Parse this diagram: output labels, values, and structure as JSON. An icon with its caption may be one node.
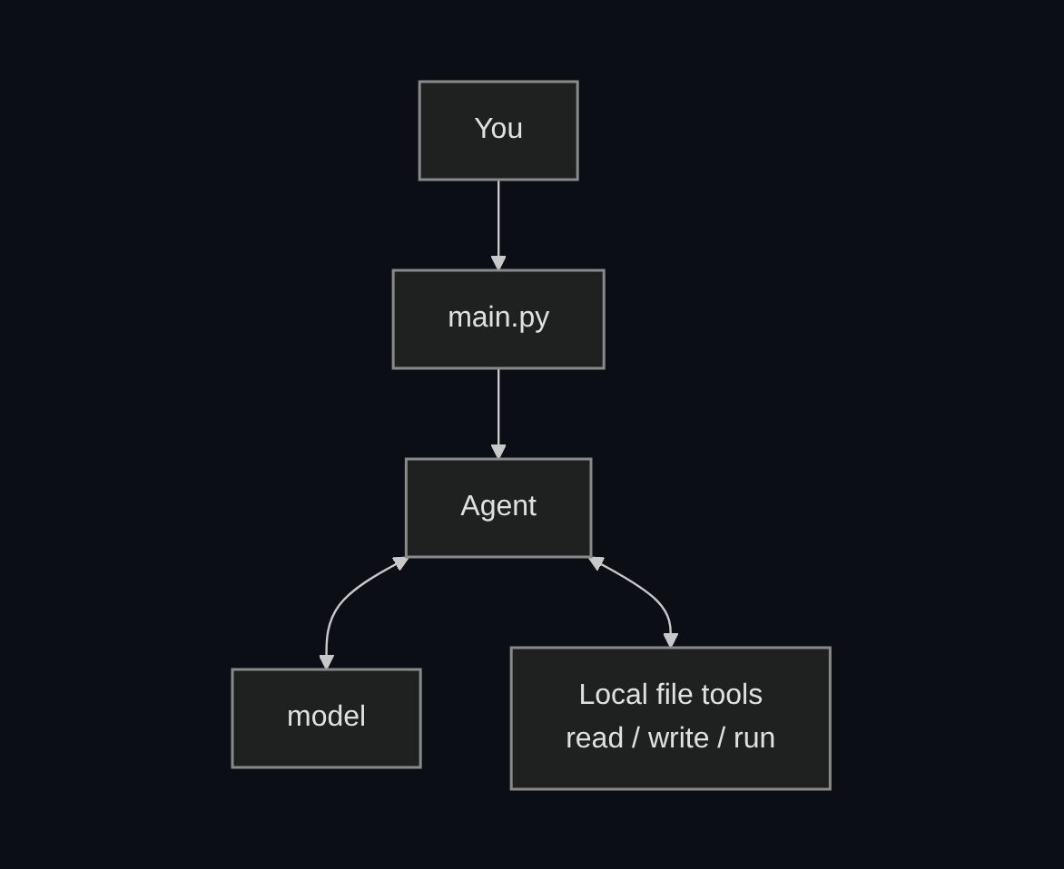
{
  "diagram": {
    "nodes": [
      {
        "text": [
          "You"
        ]
      },
      {
        "text": [
          "main.py"
        ]
      },
      {
        "text": [
          "Agent"
        ]
      },
      {
        "text": [
          "model"
        ]
      },
      {
        "text": [
          "Local file tools",
          "read / write / run"
        ]
      }
    ],
    "edges": [
      {
        "from": 0,
        "to": 1,
        "arrow": "to"
      },
      {
        "from": 1,
        "to": 2,
        "arrow": "to"
      },
      {
        "from": 2,
        "to": 3,
        "arrow": "both"
      },
      {
        "from": 2,
        "to": 4,
        "arrow": "both"
      }
    ]
  }
}
